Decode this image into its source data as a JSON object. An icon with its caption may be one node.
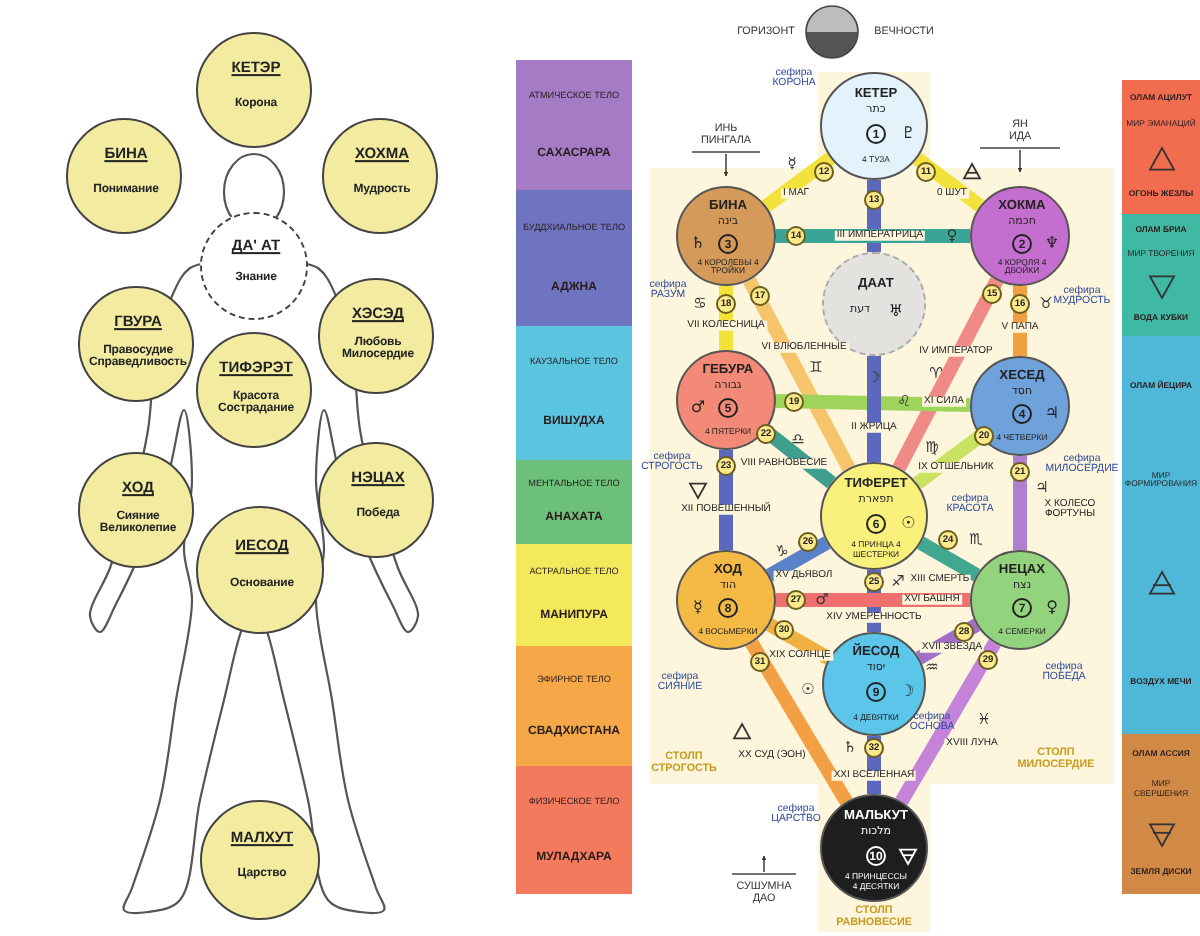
{
  "diagram": {
    "nodes": [
      {
        "text": [
          "КЕТЭР",
          "Корона"
        ]
      },
      {
        "text": [
          "БИНА",
          "Понимание"
        ]
      },
      {
        "text": [
          "ХОХМА",
          "Мудрость"
        ]
      },
      {
        "text": [
          "ДА' АТ",
          "Знание"
        ]
      },
      {
        "text": [
          "ГВУРА",
          "Правосудие Справедливость"
        ]
      },
      {
        "text": [
          "ХЭСЭД",
          "Любовь Милосердие"
        ]
      },
      {
        "text": [
          "ТИФЭРЭТ",
          "Красота Сострадание"
        ]
      },
      {
        "text": [
          "ХОД",
          "Сияние Великолепие"
        ]
      },
      {
        "text": [
          "НЭЦАХ",
          "Победа"
        ]
      },
      {
        "text": [
          "ИЕСОД",
          "Основание"
        ]
      },
      {
        "text": [
          "МАЛХУТ",
          "Царство"
        ]
      },
      {
        "text": [
          "АТМИЧЕСКОЕ ТЕЛО",
          "САХАСРАРА"
        ]
      },
      {
        "text": [
          "БУДДХИАЛЬНОЕ ТЕЛО",
          "АДЖНА"
        ]
      },
      {
        "text": [
          "КАУЗАЛЬНОЕ ТЕЛО",
          "ВИШУДХА"
        ]
      },
      {
        "text": [
          "МЕНТАЛЬНОЕ ТЕЛО",
          "АНАХАТА"
        ]
      },
      {
        "text": [
          "АСТРАЛЬНОЕ ТЕЛО",
          "МАНИПУРА"
        ]
      },
      {
        "text": [
          "ЭФИРНОЕ ТЕЛО",
          "СВАДХИСТАНА"
        ]
      },
      {
        "text": [
          "ФИЗИЧЕСКОЕ ТЕЛО",
          "МУЛАДХАРА"
        ]
      },
      {
        "text": [
          "КЕТЕР",
          "כתר",
          "1",
          "♇",
          "4 ТУЗА"
        ],
        "beside": [
          "сефира КОРОНА"
        ]
      },
      {
        "text": [
          "БИНА",
          "בינה",
          "3",
          "♄",
          "4 КОРОЛЕВЫ 4 ТРОЙКИ"
        ],
        "beside": [
          "сефира РАЗУМ"
        ]
      },
      {
        "text": [
          "ХОКМА",
          "חכמה",
          "2",
          "♆",
          "4 КОРОЛЯ 4 ДВОЙКИ"
        ],
        "beside": [
          "сефира МУДРОСТЬ"
        ]
      },
      {
        "text": [
          "ДААТ",
          "דעת",
          "♅"
        ]
      },
      {
        "text": [
          "ГЕБУРА",
          "גבורה",
          "5",
          "♂",
          "4 ПЯТЕРКИ"
        ],
        "beside": [
          "сефира СТРОГОСТЬ"
        ]
      },
      {
        "text": [
          "ХЕСЕД",
          "חסד",
          "4",
          "♃",
          "4 ЧЕТВЕРКИ"
        ],
        "beside": [
          "сефира МИЛОСЕРДИЕ"
        ]
      },
      {
        "text": [
          "ТИФЕРЕТ",
          "תפארת",
          "6",
          "☉",
          "4 ПРИНЦА 4 ШЕСТЕРКИ"
        ],
        "beside": [
          "сефира КРАСОТА"
        ]
      },
      {
        "text": [
          "ХОД",
          "הוד",
          "8",
          "☿",
          "4 ВОСЬМЕРКИ"
        ],
        "beside": [
          "сефира СИЯНИЕ"
        ]
      },
      {
        "text": [
          "НЕЦАХ",
          "נצח",
          "7",
          "♀",
          "4 СЕМЕРКИ"
        ],
        "beside": [
          "сефира ПОБЕДА"
        ]
      },
      {
        "text": [
          "ЙЕСОД",
          "יסוד",
          "9",
          "☽",
          "4 ДЕВЯТКИ"
        ],
        "beside": [
          "сефира ОСНОВА"
        ]
      },
      {
        "text": [
          "МАЛЬКУТ",
          "מלכות",
          "10",
          "4 ПРИНЦЕССЫ 4 ДЕСЯТКИ"
        ],
        "beside": [
          "сефира ЦАРСТВО"
        ]
      },
      {
        "text": [
          "ОЛАМ АЦИЛУТ",
          "МИР ЭМАНАЦИЙ",
          "ОГОНЬ ЖЕЗЛЫ"
        ]
      },
      {
        "text": [
          "ОЛАМ БРИА",
          "МИР ТВОРЕНИЯ",
          "ВОДА КУБКИ"
        ]
      },
      {
        "text": [
          "ОЛАМ ЙЕЦИРА",
          "МИР ФОРМИРОВАНИЯ",
          "ВОЗДУХ МЕЧИ"
        ]
      },
      {
        "text": [
          "ОЛАМ АССИЯ",
          "МИР СВЕРШЕНИЯ",
          "ЗЕМЛЯ ДИСКИ"
        ]
      }
    ],
    "edges": [
      {
        "from": 18,
        "to": 20,
        "arrow": "none",
        "label": "0 ШУТ",
        "color": "#f3e23c"
      },
      {
        "from": 18,
        "to": 19,
        "arrow": "none",
        "label": "I МАГ",
        "color": "#f3e23c"
      },
      {
        "from": 18,
        "to": 21,
        "arrow": "none",
        "color": "#5b68bd"
      },
      {
        "from": 20,
        "to": 19,
        "arrow": "none",
        "label": "III ИМПЕРАТРИЦА",
        "color": "#3aa596"
      },
      {
        "from": 20,
        "to": 24,
        "arrow": "none",
        "label": "IV ИМПЕРАТОР",
        "color": "#f08a86"
      },
      {
        "from": 20,
        "to": 23,
        "arrow": "none",
        "label": "V ПАПА",
        "color": "#f0a040"
      },
      {
        "from": 19,
        "to": 24,
        "arrow": "none",
        "label": "VI ВЛЮБЛЕННЫЕ",
        "color": "#f6c46a"
      },
      {
        "from": 19,
        "to": 22,
        "arrow": "none",
        "label": "VII КОЛЕСНИЦА",
        "color": "#f3e23c"
      },
      {
        "from": 23,
        "to": 22,
        "arrow": "none",
        "label": "XI СИЛА",
        "color": "#9fd45c"
      },
      {
        "from": 23,
        "to": 24,
        "arrow": "none",
        "label": "IX ОТШЕЛЬНИК",
        "color": "#c9e262"
      },
      {
        "from": 23,
        "to": 26,
        "arrow": "none",
        "label": "X КОЛЕСО ФОРТУНЫ",
        "color": "#b07fd0"
      },
      {
        "from": 22,
        "to": 24,
        "arrow": "none",
        "label": "VIII РАВНОВЕСИЕ",
        "color": "#3f9f8e"
      },
      {
        "from": 22,
        "to": 25,
        "arrow": "none",
        "label": "XII ПОВЕШЕННЫЙ",
        "color": "#5b68bd"
      },
      {
        "from": 24,
        "to": 26,
        "arrow": "none",
        "label": "XIII СМЕРТЬ",
        "color": "#40a890"
      },
      {
        "from": 24,
        "to": 27,
        "arrow": "none",
        "label": "XIV УМЕРЕННОСТЬ",
        "color": "#5b68bd"
      },
      {
        "from": 24,
        "to": 25,
        "arrow": "none",
        "label": "XV ДЬЯВОЛ",
        "color": "#5a82c8"
      },
      {
        "from": 26,
        "to": 25,
        "arrow": "none",
        "label": "XVI БАШНЯ",
        "color": "#f07070"
      },
      {
        "from": 26,
        "to": 27,
        "arrow": "none",
        "label": "XVII ЗВЕЗДА",
        "color": "#a070c8"
      },
      {
        "from": 26,
        "to": 28,
        "arrow": "none",
        "label": "XVIII ЛУНА",
        "color": "#c283d8"
      },
      {
        "from": 25,
        "to": 27,
        "arrow": "none",
        "label": "XIX СОЛНЦЕ",
        "color": "#f0b040"
      },
      {
        "from": 25,
        "to": 28,
        "arrow": "none",
        "label": "XX СУД (ЭОН)",
        "color": "#f3a045"
      },
      {
        "from": 27,
        "to": 28,
        "arrow": "none",
        "label": "XXI ВСЕЛЕННАЯ",
        "color": "#5b68bd"
      },
      {
        "from": 21,
        "to": 24,
        "arrow": "none",
        "label": "II ЖРИЦА",
        "color": "#5b68bd"
      }
    ],
    "labels": [
      "ГОРИЗОНТ",
      "ВЕЧНОСТИ",
      "ИНЬ ПИНГАЛА",
      "ЯН ИДА",
      "☿",
      "12",
      "11",
      "13",
      "☽",
      "14",
      "♀",
      "15",
      "♈",
      "16",
      "♉",
      "17",
      "♊",
      "18",
      "♋",
      "19",
      "♌",
      "20",
      "♍",
      "21",
      "♃",
      "22",
      "♎",
      "23",
      "24",
      "♏",
      "25",
      "♐",
      "26",
      "♑",
      "27",
      "♂",
      "28",
      "♒",
      "29",
      "♓",
      "30",
      "☉",
      "31",
      "32",
      "♄",
      "СТОЛП СТРОГОСТЬ",
      "СТОЛП МИЛОСЕРДИЕ",
      "СУШУМНА ДАО",
      "СТОЛП РАВНОВЕСИЕ"
    ]
  }
}
